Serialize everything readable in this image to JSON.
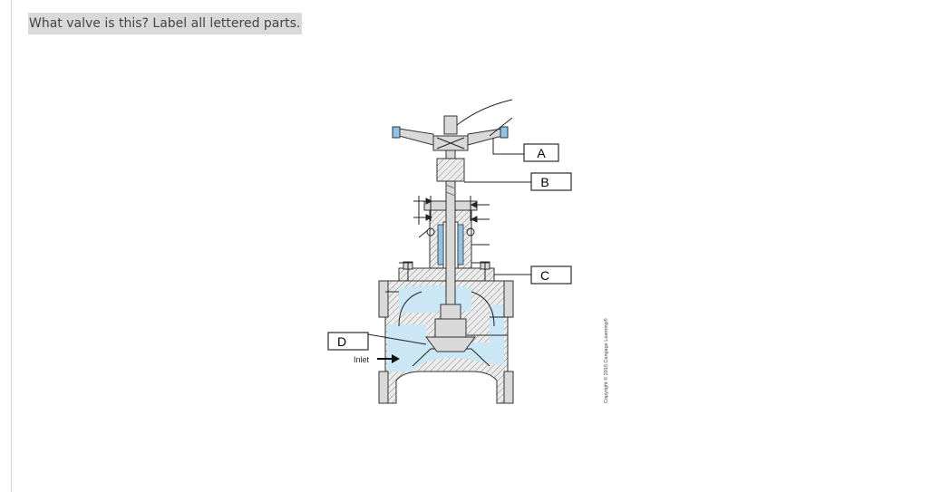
{
  "question": "What valve is this? Label all lettered parts.",
  "diagram": {
    "labels": [
      "A",
      "B",
      "C",
      "D"
    ],
    "inlet_text": "Inlet",
    "copyright": "Copyright © 2015 Cengage Learning®"
  },
  "colors": {
    "fluid": "#cbe6f4",
    "handwheel_tip": "#8fc3e6",
    "question_bg": "#d9d9d9"
  }
}
